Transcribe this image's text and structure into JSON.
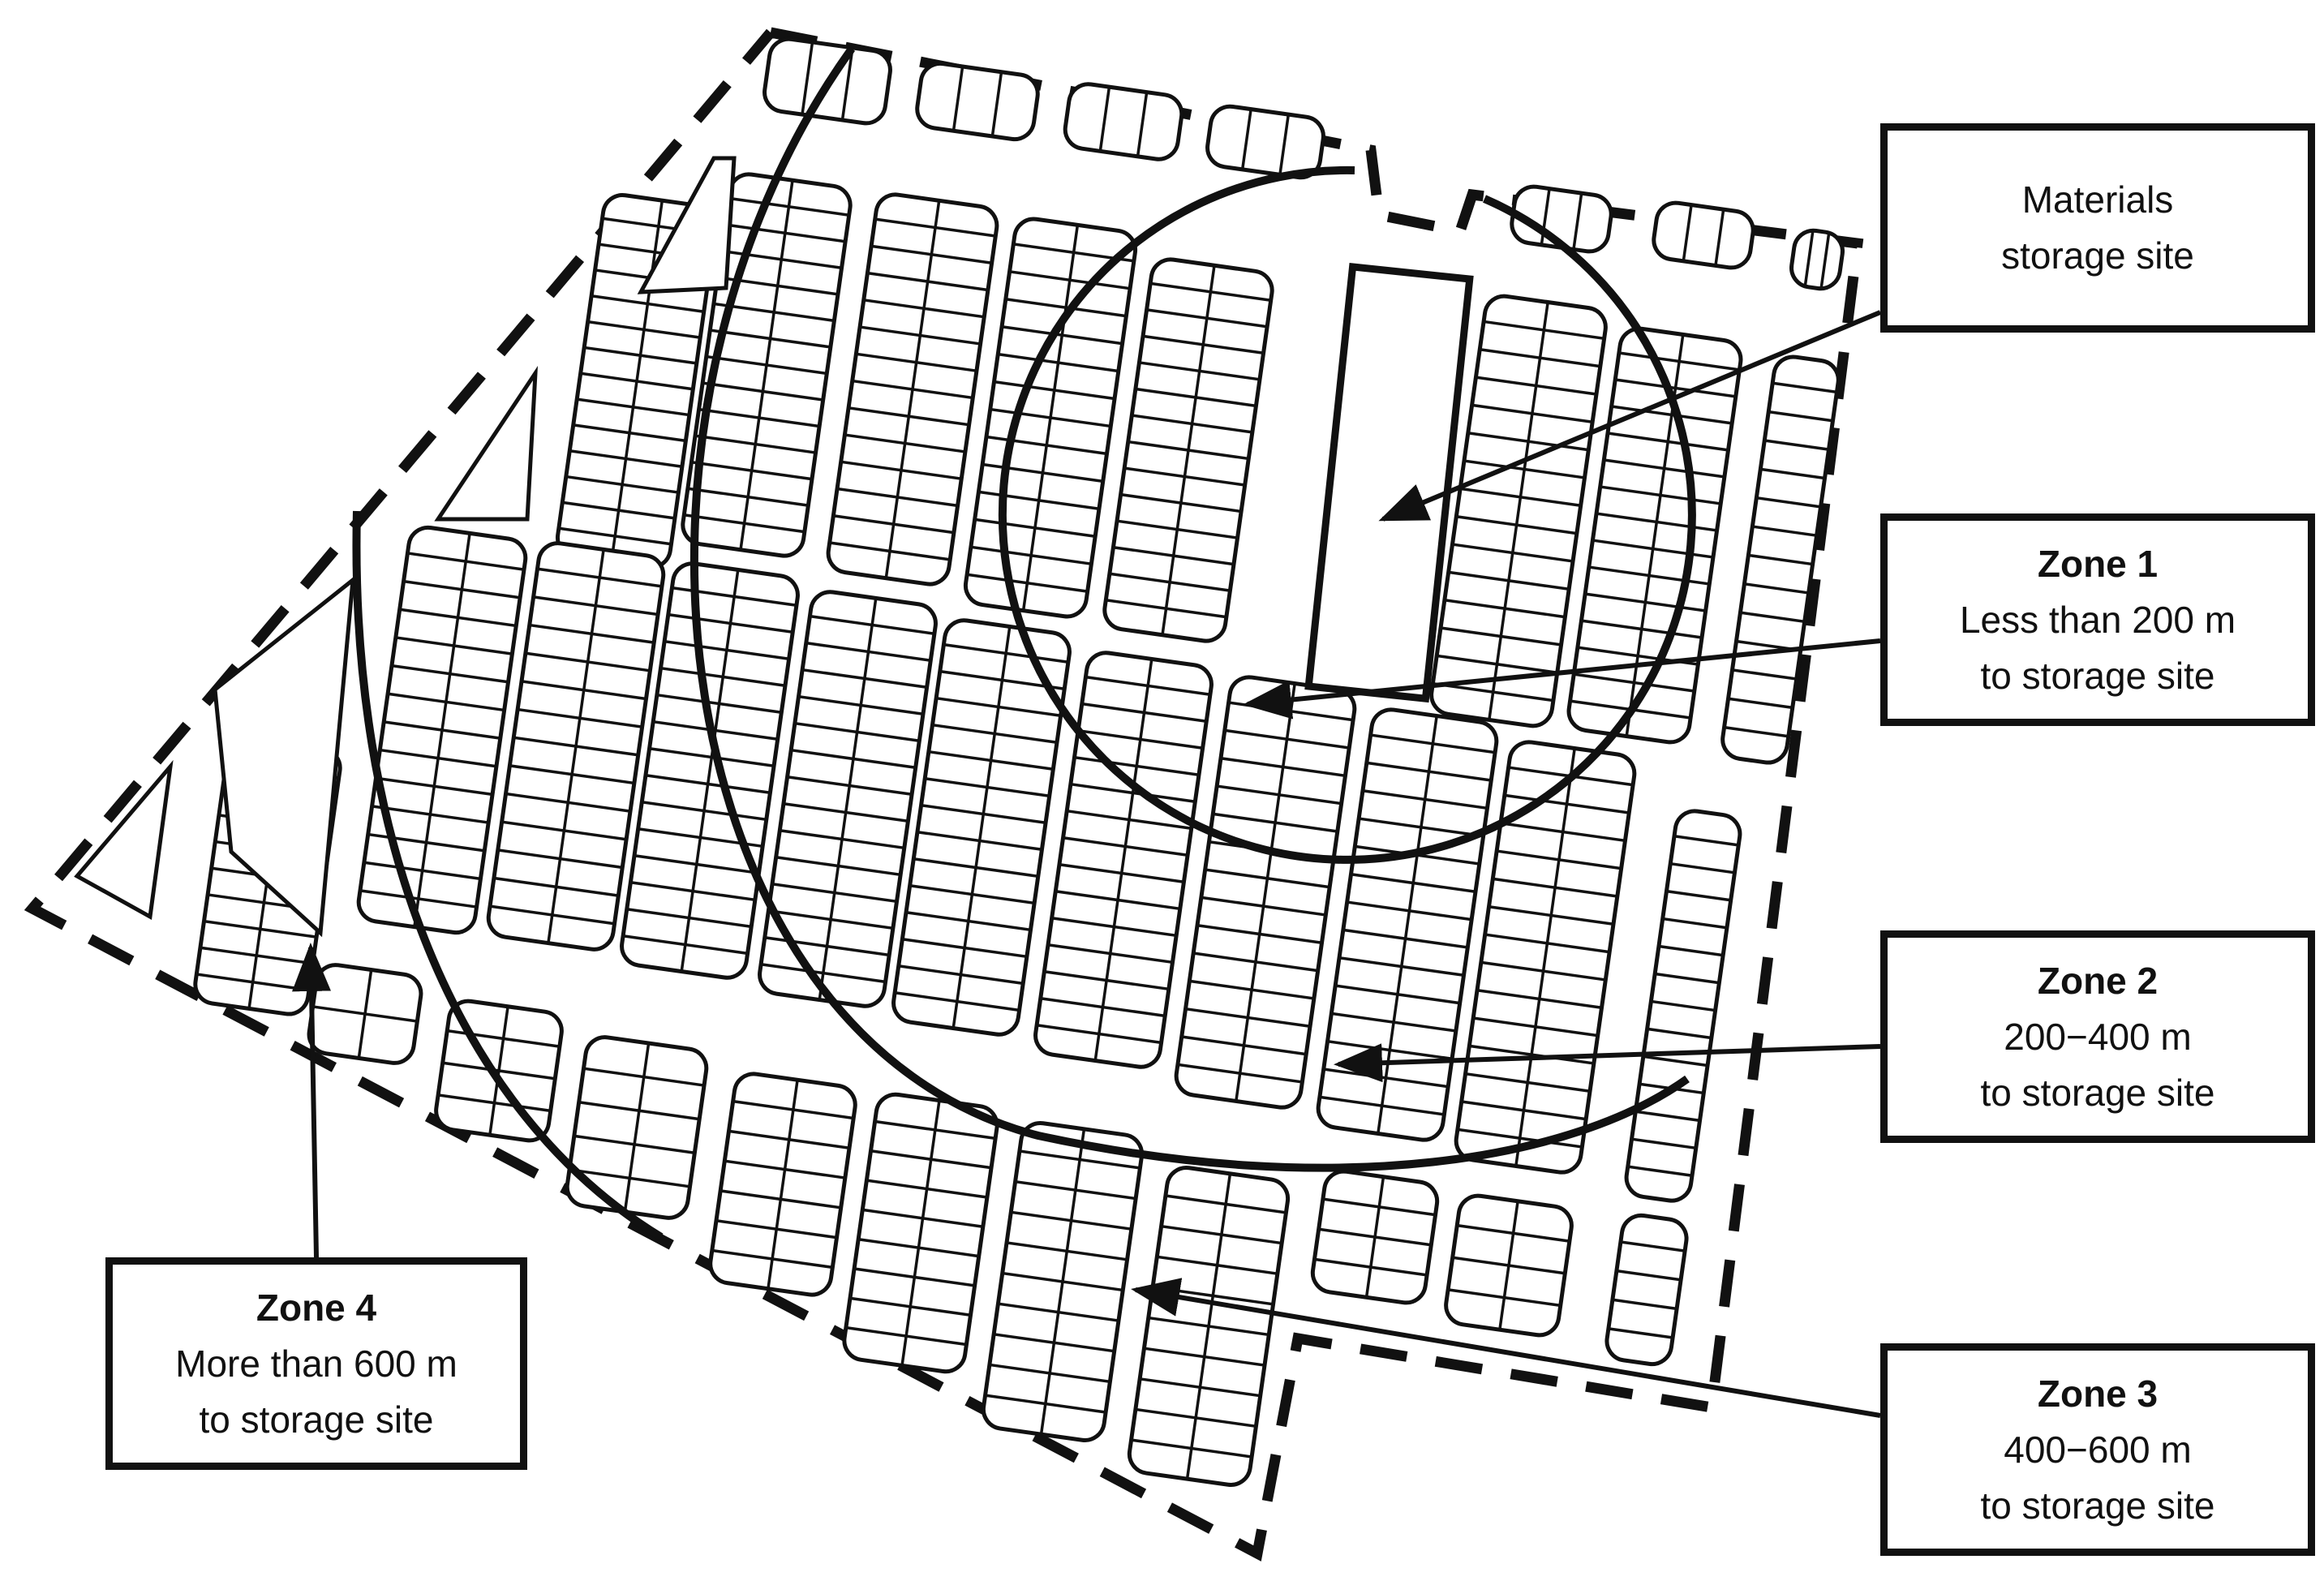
{
  "callouts": {
    "storage": {
      "line1": "Materials",
      "line2": "storage site"
    },
    "zone1": {
      "title": "Zone 1",
      "line1": "Less than 200 m",
      "line2": "to storage site"
    },
    "zone2": {
      "title": "Zone 2",
      "line1": "200−400 m",
      "line2": "to storage site"
    },
    "zone3": {
      "title": "Zone 3",
      "line1": "400−600 m",
      "line2": "to storage site"
    },
    "zone4": {
      "title": "Zone 4",
      "line1": "More than 600 m",
      "line2": "to storage site"
    }
  },
  "colors": {
    "ink": "#111111",
    "paper": "#ffffff"
  }
}
